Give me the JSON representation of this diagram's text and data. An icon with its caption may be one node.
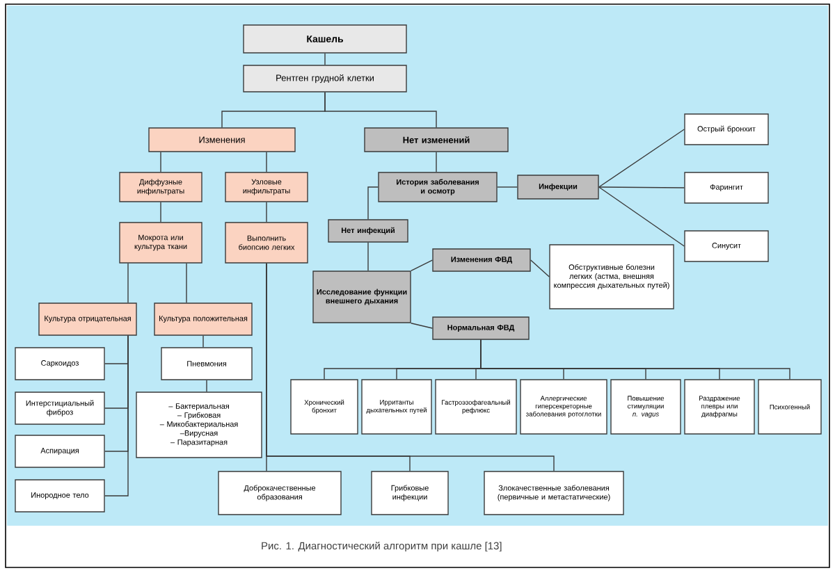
{
  "diagram": {
    "caption": "Рис. 1. Диагностический алгоритм при кашле [13]",
    "nodes": [
      {
        "text": [
          "Кашель"
        ]
      },
      {
        "text": [
          "Рентген грудной клетки"
        ]
      },
      {
        "text": [
          "Изменения"
        ]
      },
      {
        "text": [
          "Нет изменений"
        ]
      },
      {
        "text": [
          "Диффузные инфильтраты"
        ]
      },
      {
        "text": [
          "Узловые инфильтраты"
        ]
      },
      {
        "text": [
          "Мокрота или культура ткани"
        ]
      },
      {
        "text": [
          "Выполнить биопсию легких"
        ]
      },
      {
        "text": [
          "История заболевания и осмотр"
        ]
      },
      {
        "text": [
          "Инфекции"
        ]
      },
      {
        "text": [
          "Острый бронхит"
        ]
      },
      {
        "text": [
          "Фарингит"
        ]
      },
      {
        "text": [
          "Синусит"
        ]
      },
      {
        "text": [
          "Нет инфекций"
        ]
      },
      {
        "text": [
          "Исследование функции внешнего дыхания"
        ]
      },
      {
        "text": [
          "Изменения ФВД"
        ]
      },
      {
        "text": [
          "Обструктивные болезни легких (астма, внешняя компрессия дыхательных путей)"
        ]
      },
      {
        "text": [
          "Нормальная ФВД"
        ]
      },
      {
        "text": [
          "Культура отрицательная"
        ]
      },
      {
        "text": [
          "Культура положительная"
        ]
      },
      {
        "text": [
          "Саркоидоз"
        ]
      },
      {
        "text": [
          "Интерстициальный фиброз"
        ]
      },
      {
        "text": [
          "Аспирация"
        ]
      },
      {
        "text": [
          "Инородное тело"
        ]
      },
      {
        "text": [
          "Пневмония"
        ]
      },
      {
        "text": [
          "– Бактериальная",
          "– Грибковая",
          "– Микобактериальная",
          "–Вирусная",
          "– Паразитарная"
        ]
      },
      {
        "text": [
          "Хронический бронхит"
        ]
      },
      {
        "text": [
          "Ирританты дыхательных путей"
        ]
      },
      {
        "text": [
          "Гастроэзофагеальный рефлюкс"
        ]
      },
      {
        "text": [
          "Аллергические гиперсекреторные заболевания ротоглотки"
        ]
      },
      {
        "text": [
          "Повышение стимуляции *n. vagus*"
        ]
      },
      {
        "text": [
          "Раздражение плевры или диафрагмы"
        ]
      },
      {
        "text": [
          "Психогенный"
        ]
      },
      {
        "text": [
          "Доброкачественные образования"
        ]
      },
      {
        "text": [
          "Грибковые инфекции"
        ]
      },
      {
        "text": [
          "Злокачественные заболевания (первичные и метастатические)"
        ]
      }
    ],
    "edges": [
      {
        "from": 0,
        "to": 1,
        "arrow": "none"
      },
      {
        "from": 1,
        "to": 2,
        "arrow": "none"
      },
      {
        "from": 1,
        "to": 3,
        "arrow": "none"
      },
      {
        "from": 2,
        "to": 4,
        "arrow": "none"
      },
      {
        "from": 2,
        "to": 5,
        "arrow": "none"
      },
      {
        "from": 4,
        "to": 6,
        "arrow": "none"
      },
      {
        "from": 5,
        "to": 7,
        "arrow": "none"
      },
      {
        "from": 3,
        "to": 8,
        "arrow": "none"
      },
      {
        "from": 8,
        "to": 9,
        "arrow": "none"
      },
      {
        "from": 9,
        "to": 10,
        "arrow": "none"
      },
      {
        "from": 9,
        "to": 11,
        "arrow": "none"
      },
      {
        "from": 9,
        "to": 12,
        "arrow": "none"
      },
      {
        "from": 8,
        "to": 13,
        "arrow": "none"
      },
      {
        "from": 13,
        "to": 14,
        "arrow": "none"
      },
      {
        "from": 14,
        "to": 15,
        "arrow": "none"
      },
      {
        "from": 14,
        "to": 17,
        "arrow": "none"
      },
      {
        "from": 15,
        "to": 16,
        "arrow": "none"
      },
      {
        "from": 17,
        "to": 26,
        "arrow": "none"
      },
      {
        "from": 17,
        "to": 27,
        "arrow": "none"
      },
      {
        "from": 17,
        "to": 28,
        "arrow": "none"
      },
      {
        "from": 17,
        "to": 29,
        "arrow": "none"
      },
      {
        "from": 17,
        "to": 30,
        "arrow": "none"
      },
      {
        "from": 17,
        "to": 31,
        "arrow": "none"
      },
      {
        "from": 17,
        "to": 32,
        "arrow": "none"
      },
      {
        "from": 6,
        "to": 18,
        "arrow": "none"
      },
      {
        "from": 6,
        "to": 19,
        "arrow": "none"
      },
      {
        "from": 18,
        "to": 20,
        "arrow": "none"
      },
      {
        "from": 18,
        "to": 21,
        "arrow": "none"
      },
      {
        "from": 18,
        "to": 22,
        "arrow": "none"
      },
      {
        "from": 18,
        "to": 23,
        "arrow": "none"
      },
      {
        "from": 19,
        "to": 24,
        "arrow": "none"
      },
      {
        "from": 24,
        "to": 25,
        "arrow": "none"
      },
      {
        "from": 7,
        "to": 33,
        "arrow": "none"
      },
      {
        "from": 7,
        "to": 34,
        "arrow": "none"
      },
      {
        "from": 7,
        "to": 35,
        "arrow": "none"
      }
    ]
  }
}
